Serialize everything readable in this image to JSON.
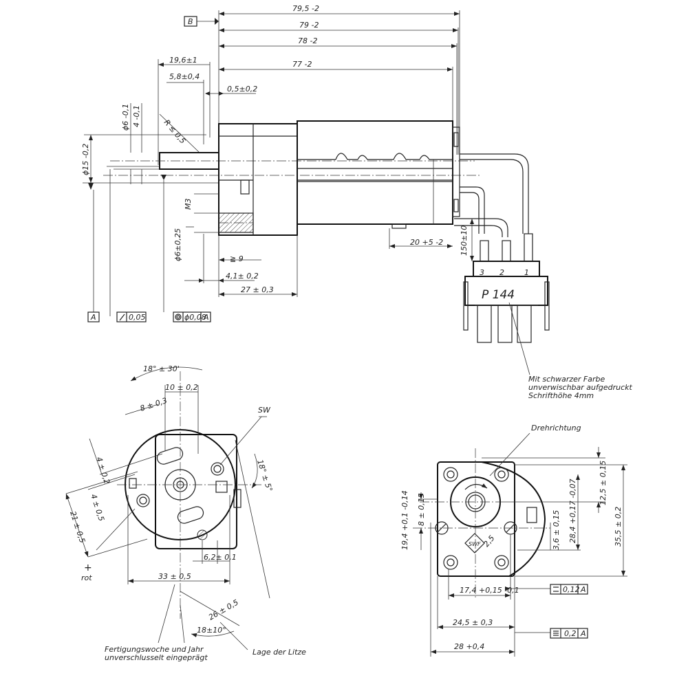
{
  "side_view": {
    "dims": {
      "d795": "79,5 -2",
      "d79": "79 -2",
      "d78": "78 -2",
      "d77": "77 -2",
      "d196": "19,6±1",
      "d58": "5,8±0,4",
      "d05": "0,5±0,2",
      "phi6": "ϕ6 -0,1",
      "d4": "4 -0,1",
      "r05": "R ≤ 0,5",
      "phi15": "ϕ15 -0,2",
      "m3": "M3",
      "phi6b": "ϕ6±0,25",
      "ge9": "≧ 9",
      "d41": "4,1± 0,2",
      "d27": "27 ± 0,3",
      "d20": "20 +5 -2",
      "d150": "150±10"
    },
    "datum_b": "B",
    "datum_a": "A",
    "tol_runout": "0,05",
    "tol_conc": "ϕ0,08",
    "tol_conc_ref": "A",
    "connector_label": "P 144",
    "pins": [
      "3",
      "2",
      "1"
    ],
    "note_lines": [
      "Mit schwarzer Farbe",
      "unverwischbar aufgedruckt",
      "Schrifthöhe 4mm"
    ]
  },
  "left_view": {
    "dims": {
      "a18": "18° ± 30'",
      "d10": "10 ± 0,2",
      "d8": "8 ± 0,3",
      "d4": "4 ± 0,2",
      "d4b": "4 ± 0,5",
      "d21": "21 ± 0,5",
      "a18b": "18° ± 5°",
      "d33": "33 ± 0,5",
      "d62": "6,2± 0,1",
      "d26": "26 ± 0,5",
      "a18c": "18±10°"
    },
    "sw": "SW",
    "plus": "+",
    "rot": "rot",
    "note1_lines": [
      "Fertigungswoche und Jahr",
      "unverschlusselt eingeprägt"
    ],
    "note2": "Lage der Litze"
  },
  "right_view": {
    "drehrichtung": "Drehrichtung",
    "swf": "SWF",
    "dims": {
      "d125": "12,5 ± 0,15",
      "d355": "35,5 ± 0,2",
      "d284": "28,4 +0,17 -0,07",
      "d36": "3,6 ± 0,15",
      "d194": "19,4 +0,1 -0,14",
      "d8": "8 ± 0,15",
      "r25": "2,5",
      "d174": "17,4 +0,15 -0,1",
      "d245": "24,5 ± 0,3",
      "d28": "28 +0,4"
    },
    "tol_par": "0,12",
    "tol_par_ref": "A",
    "tol_sym": "0,2",
    "tol_sym_ref": "A"
  }
}
